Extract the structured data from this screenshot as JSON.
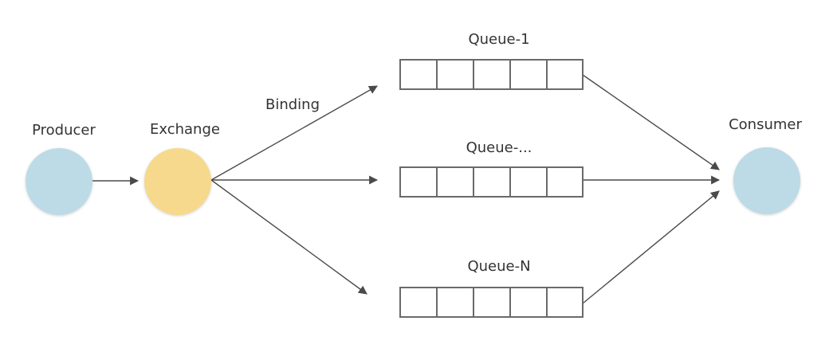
{
  "nodes": {
    "producer": {
      "label": "Producer",
      "color": "#bcdbe6"
    },
    "exchange": {
      "label": "Exchange",
      "color": "#f6d98c"
    },
    "consumer": {
      "label": "Consumer",
      "color": "#bcdbe6"
    }
  },
  "binding_label": "Binding",
  "queues": [
    {
      "label": "Queue-1"
    },
    {
      "label": "Queue-..."
    },
    {
      "label": "Queue-N"
    }
  ],
  "queue_cell_count": 5,
  "edge_color": "#4a4a4a"
}
